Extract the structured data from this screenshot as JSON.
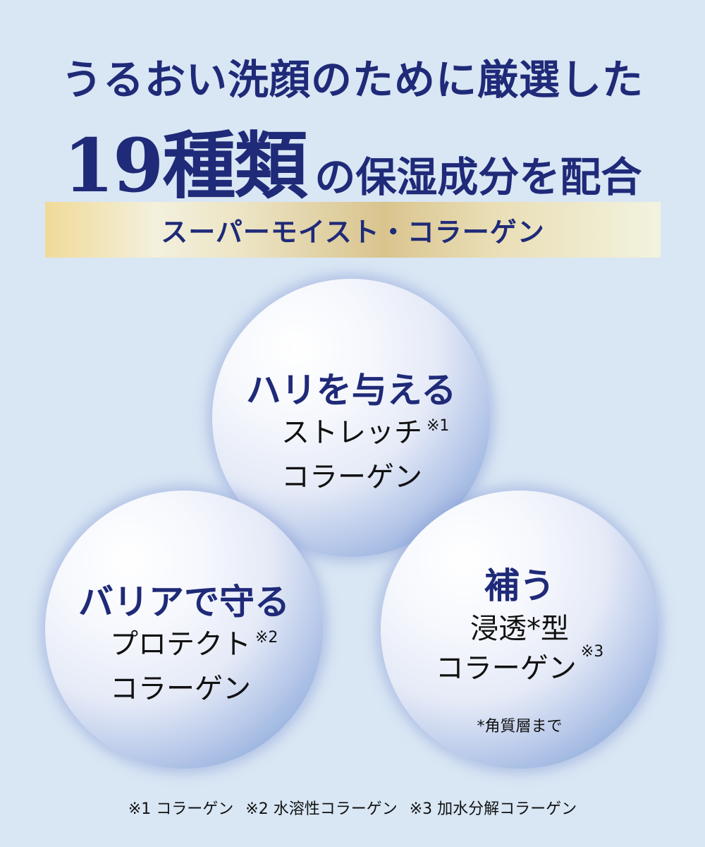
{
  "headline": {
    "line1": "うるおい洗顔のために厳選した",
    "line2_emphasis": "19種類",
    "line2_rest": "の保湿成分を配合"
  },
  "band": {
    "label": "スーパーモイスト・コラーゲン"
  },
  "bubbles": [
    {
      "title": "ハリを与える",
      "sub_line1": "ストレッチ",
      "sub_line2": "コラーゲン",
      "note_mark": "※1"
    },
    {
      "title": "バリアで守る",
      "sub_line1": "プロテクト",
      "sub_line2": "コラーゲン",
      "note_mark": "※2"
    },
    {
      "title": "補う",
      "sub_line1": "浸透*型",
      "sub_line2": "コラーゲン",
      "note_mark": "※3",
      "footnote": "*角質層まで"
    }
  ],
  "footnotes": [
    "※1 コラーゲン",
    "※2 水溶性コラーゲン",
    "※3 加水分解コラーゲン"
  ],
  "colors": {
    "background": "#d9e6f4",
    "heading_navy": "#1f2a78",
    "gold_band": "#d9c48e",
    "bubble_blue": "#86a5d6"
  }
}
